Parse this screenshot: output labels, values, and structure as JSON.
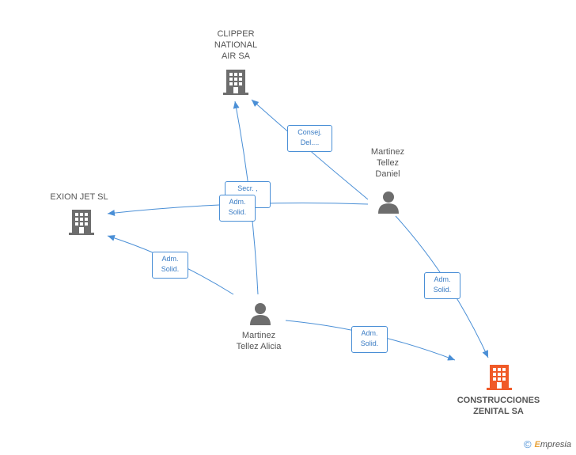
{
  "nodes": {
    "clipper": {
      "label": "CLIPPER\nNATIONAL\nAIR SA",
      "kind": "company"
    },
    "exion": {
      "label": "EXION JET SL",
      "kind": "company"
    },
    "daniel": {
      "label": "Martinez\nTellez\nDaniel",
      "kind": "person"
    },
    "alicia": {
      "label": "Martinez\nTellez Alicia",
      "kind": "person"
    },
    "zenital": {
      "label": "CONSTRUCCIONES\nZENITAL SA",
      "kind": "company-main"
    }
  },
  "edges": {
    "daniel_clipper": {
      "label": "Consej.\nDel...."
    },
    "alicia_clipper": {
      "label": "Secr. ,\n..."
    },
    "daniel_exion": {
      "label": "Adm.\nSolid."
    },
    "alicia_exion": {
      "label": "Adm.\nSolid."
    },
    "daniel_zenital": {
      "label": "Adm.\nSolid."
    },
    "alicia_zenital": {
      "label": "Adm.\nSolid."
    }
  },
  "colors": {
    "edge": "#4a8fd6",
    "company_icon": "#6d6d6d",
    "person_icon": "#6d6d6d",
    "main_icon": "#f05a28"
  },
  "footer": {
    "copyright": "©",
    "brand_first": "E",
    "brand_rest": "mpresia"
  }
}
